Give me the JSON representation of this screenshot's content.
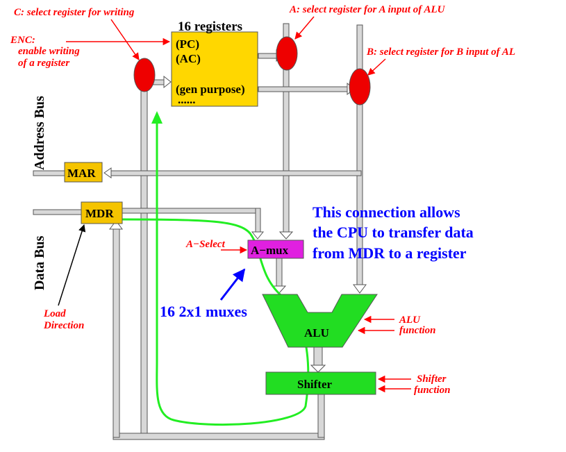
{
  "labels": {
    "c_select": "C: select register for writing",
    "a_select_alu": "A: select register for A input of ALU",
    "b_select_alu": "B: select register for B input of AL",
    "enc_line1": "ENC:",
    "enc_line2": "enable writing",
    "enc_line3": "of a register",
    "registers_title": "16 registers",
    "reg_pc": "(PC)",
    "reg_ac": "(AC)",
    "reg_gen": "(gen purpose)",
    "reg_dots": "......",
    "address_bus": "Address Bus",
    "data_bus": "Data Bus",
    "mar": "MAR",
    "mdr": "MDR",
    "a_select": "A−Select",
    "a_mux": "A−mux",
    "muxes": "16  2x1 muxes",
    "load_line1": "Load",
    "load_line2": "Direction",
    "alu": "ALU",
    "alu_function_line1": "ALU",
    "alu_function_line2": "function",
    "shifter": "Shifter",
    "shifter_function_line1": "Shifter",
    "shifter_function_line2": "function",
    "note_line1": "This connection allows",
    "note_line2": "the CPU to transfer data",
    "note_line3": "from MDR to a register"
  },
  "colors": {
    "register_box": "#ffd700",
    "mar_mdr_box": "#f5c400",
    "amux_box": "#e020e0",
    "alu_shifter": "#22dd22",
    "decoder": "#ee0000",
    "bus_fill": "#d8d8d8",
    "green_path": "#22ee22",
    "red_text": "#ff0000",
    "blue_text": "#0000ff"
  }
}
